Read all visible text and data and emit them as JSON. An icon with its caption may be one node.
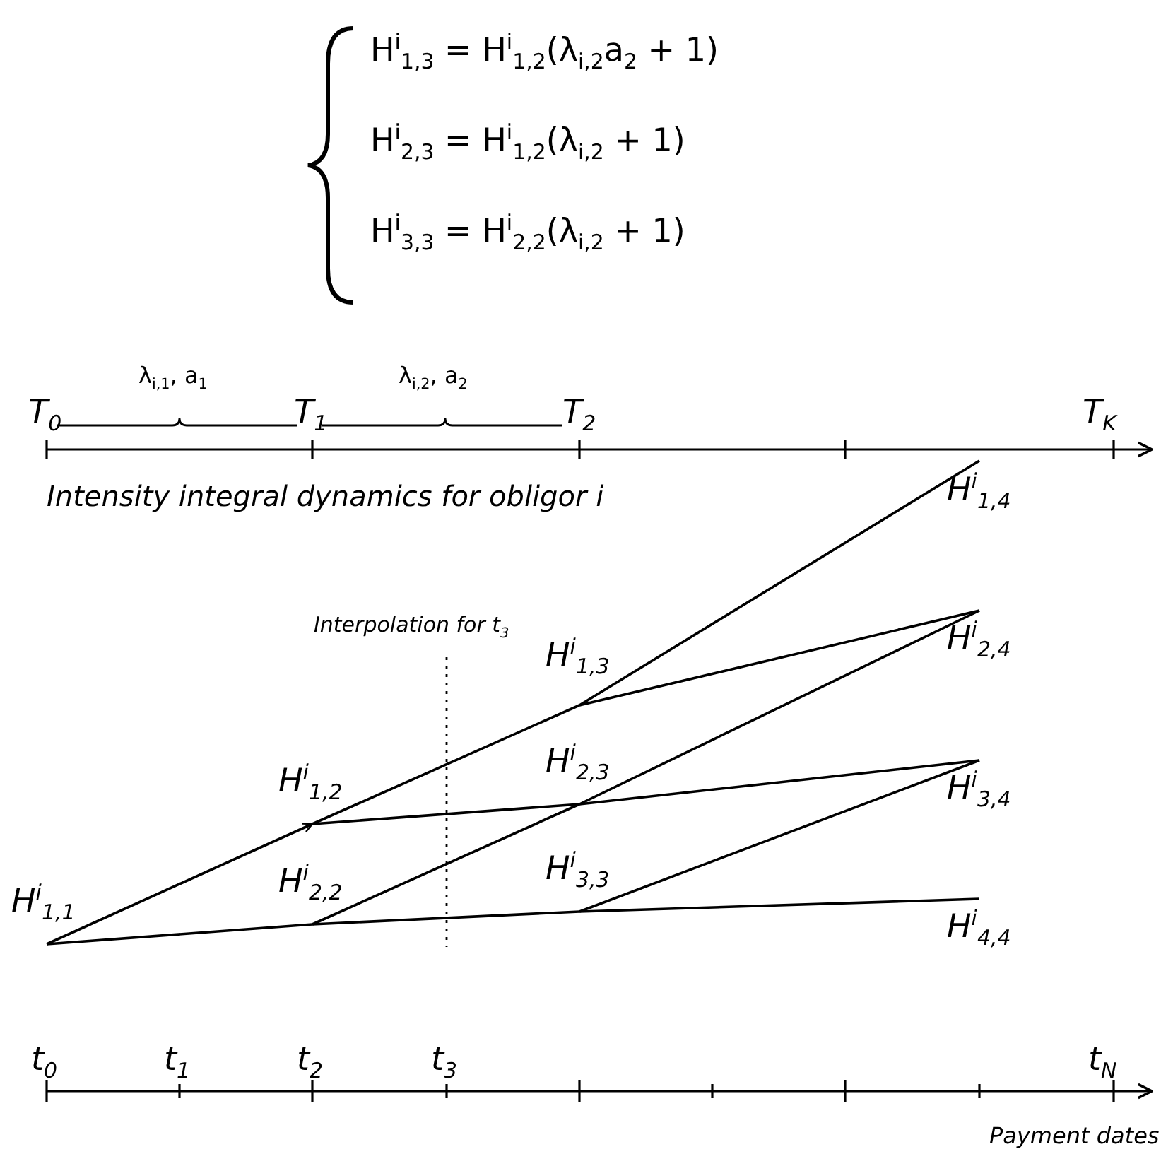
{
  "diagram": {
    "nodes": [
      {
        "text": [
          "H$^{i}$$_{1,1}$"
        ]
      },
      {
        "text": [
          "H$^{i}$$_{1,2}$"
        ]
      },
      {
        "text": [
          "H$^{i}$$_{2,2}$"
        ]
      },
      {
        "text": [
          "H$^{i}$$_{1,3}$"
        ]
      },
      {
        "text": [
          "H$^{i}$$_{2,3}$"
        ]
      },
      {
        "text": [
          "H$^{i}$$_{3,3}$"
        ]
      },
      {
        "text": [
          "H$^{i}$$_{1,4}$"
        ]
      },
      {
        "text": [
          "H$^{i}$$_{2,4}$"
        ]
      },
      {
        "text": [
          "H$^{i}$$_{3,4}$"
        ]
      },
      {
        "text": [
          "H$^{i}$$_{4,4}$"
        ]
      }
    ],
    "edges": [
      {
        "from": 0,
        "to": 1,
        "arrow": "to"
      },
      {
        "from": 1,
        "to": 3,
        "arrow": "none"
      },
      {
        "from": 3,
        "to": 6,
        "arrow": "none"
      },
      {
        "from": 0,
        "to": 2,
        "arrow": "none"
      },
      {
        "from": 1,
        "to": 4,
        "arrow": "none"
      },
      {
        "from": 2,
        "to": 4,
        "arrow": "none"
      },
      {
        "from": 2,
        "to": 5,
        "arrow": "none"
      },
      {
        "from": 3,
        "to": 7,
        "arrow": "none"
      },
      {
        "from": 4,
        "to": 7,
        "arrow": "none"
      },
      {
        "from": 4,
        "to": 8,
        "arrow": "none"
      },
      {
        "from": 5,
        "to": 8,
        "arrow": "none"
      },
      {
        "from": 5,
        "to": 9,
        "arrow": "none"
      }
    ],
    "labels": [
      "H$^{i}$$_{1,3}$ = H$^{i}$$_{1,2}$(λ$_{i,2}$a$_{2}$ + 1)",
      "H$^{i}$$_{2,3}$ = H$^{i}$$_{1,2}$(λ$_{i,2}$ + 1)",
      "H$^{i}$$_{3,3}$ = H$^{i}$$_{2,2}$(λ$_{i,2}$ + 1)",
      "λ$_{i,1}$, a$_{1}$",
      "λ$_{i,2}$, a$_{2}$",
      "T$_{0}$",
      "T$_{1}$",
      "T$_{2}$",
      "T$_{K}$",
      "Intensity integral dynamics for obligor i",
      "Interpolation for t$_{3}$",
      "t$_{0}$",
      "t$_{1}$",
      "t$_{2}$",
      "t$_{3}$",
      "t$_{N}$",
      "Payment dates"
    ]
  }
}
